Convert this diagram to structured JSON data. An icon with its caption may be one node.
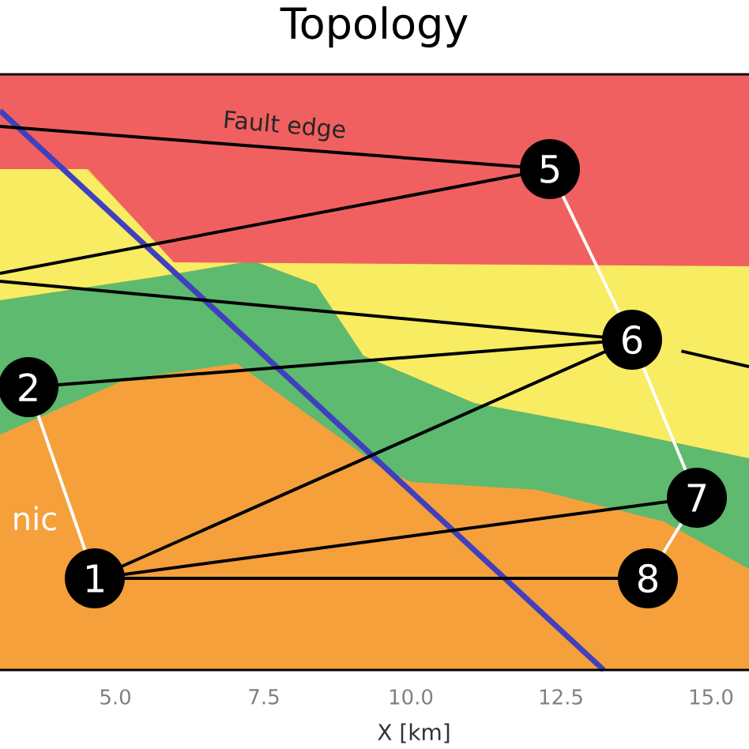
{
  "diagram": {
    "title": "Topology",
    "nodes": [
      {
        "text": [
          "5"
        ]
      },
      {
        "text": [
          "6"
        ]
      },
      {
        "text": [
          "2"
        ]
      },
      {
        "text": [
          "7"
        ]
      },
      {
        "text": [
          "1"
        ]
      },
      {
        "text": [
          "8"
        ]
      }
    ],
    "edges": [
      {
        "from": null,
        "to": 0,
        "arrow": "none",
        "label": "Fault edge"
      },
      {
        "from": null,
        "to": 0,
        "arrow": "none"
      },
      {
        "from": null,
        "to": 1,
        "arrow": "none"
      },
      {
        "from": 2,
        "to": 1,
        "arrow": "none"
      },
      {
        "from": 4,
        "to": 1,
        "arrow": "none"
      },
      {
        "from": 4,
        "to": 3,
        "arrow": "none"
      },
      {
        "from": 4,
        "to": 5,
        "arrow": "none"
      },
      {
        "from": 2,
        "to": 4,
        "arrow": "none",
        "color": "#ffffff"
      },
      {
        "from": 0,
        "to": 1,
        "arrow": "none",
        "color": "#ffffff"
      },
      {
        "from": 1,
        "to": 3,
        "arrow": "none",
        "color": "#ffffff"
      },
      {
        "from": 3,
        "to": 5,
        "arrow": "none",
        "color": "#ffffff"
      },
      {
        "from": 1,
        "to": null,
        "arrow": "none"
      }
    ],
    "labels": [
      "nic",
      "5.0",
      "7.5",
      "10.0",
      "12.5",
      "15.0",
      "X [km]"
    ]
  }
}
